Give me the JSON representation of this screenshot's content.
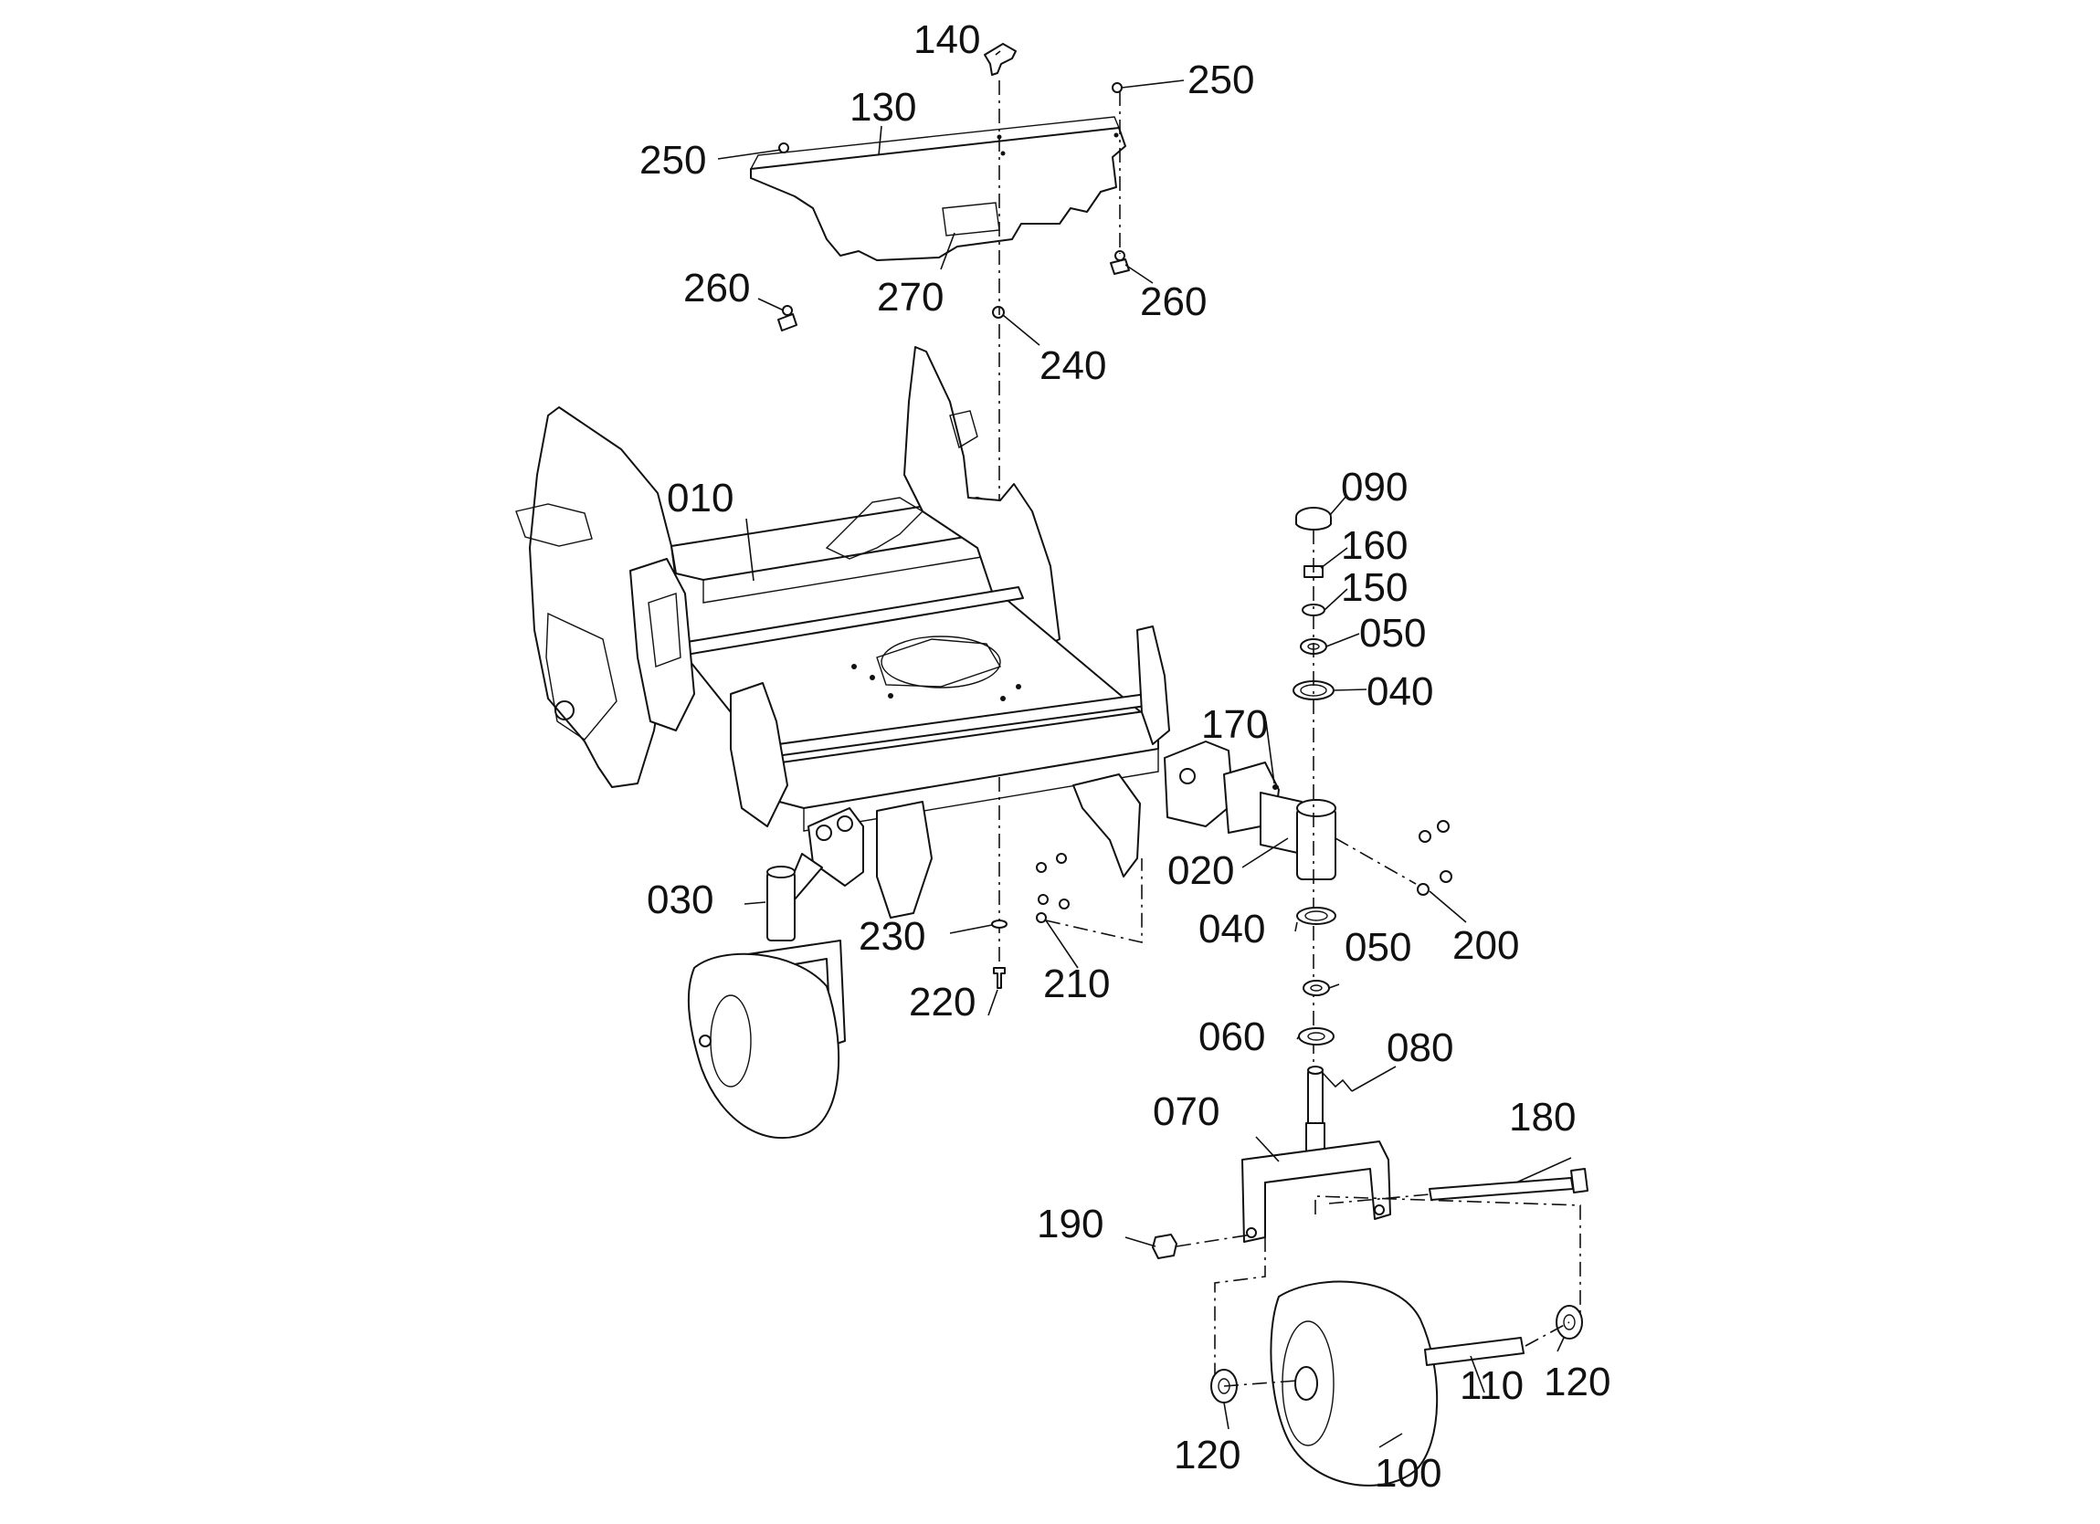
{
  "callouts": {
    "c140": "140",
    "c250a": "250",
    "c250b": "250",
    "c130": "130",
    "c260a": "260",
    "c260b": "260",
    "c270": "270",
    "c240": "240",
    "c010": "010",
    "c090": "090",
    "c160": "160",
    "c150": "150",
    "c050a": "050",
    "c040a": "040",
    "c170": "170",
    "c020": "020",
    "c200": "200",
    "c030": "030",
    "c230": "230",
    "c220": "220",
    "c210": "210",
    "c040b": "040",
    "c050b": "050",
    "c060": "060",
    "c080": "080",
    "c070": "070",
    "c180": "180",
    "c190": "190",
    "c120a": "120",
    "c110": "110",
    "c120b": "120",
    "c100": "100"
  }
}
